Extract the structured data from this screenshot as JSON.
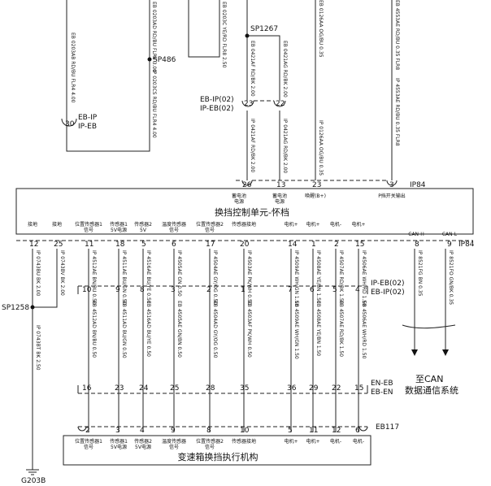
{
  "ecu": {
    "name": "换挡控制单元-怀档",
    "connector": "IP84",
    "top_pins": [
      {
        "pin": "26",
        "label1": "蓄电池",
        "label2": "电源"
      },
      {
        "pin": "13",
        "label1": "蓄电池",
        "label2": "电源"
      },
      {
        "pin": "23",
        "label1": "唤醒(B+)",
        "label2": ""
      },
      {
        "pin": "3",
        "label1": "P挡开关输出",
        "label2": ""
      }
    ],
    "bottom_pins": [
      {
        "pin": "12",
        "label1": "接地",
        "label2": ""
      },
      {
        "pin": "25",
        "label1": "接地",
        "label2": ""
      },
      {
        "pin": "11",
        "label1": "位置传感器1",
        "label2": "信号"
      },
      {
        "pin": "18",
        "label1": "传感器1",
        "label2": "5V电源"
      },
      {
        "pin": "5",
        "label1": "传感器2",
        "label2": "5V"
      },
      {
        "pin": "6",
        "label1": "温度传感器",
        "label2": "信号"
      },
      {
        "pin": "17",
        "label1": "位置传感器2",
        "label2": "信号"
      },
      {
        "pin": "20",
        "label1": "传感器接地",
        "label2": ""
      },
      {
        "pin": "14",
        "label1": "电机+",
        "label2": ""
      },
      {
        "pin": "1",
        "label1": "电机+",
        "label2": ""
      },
      {
        "pin": "2",
        "label1": "电机-",
        "label2": ""
      },
      {
        "pin": "15",
        "label1": "电机+",
        "label2": ""
      },
      {
        "pin": "8",
        "label1": "CAN-H",
        "label2": ""
      },
      {
        "pin": "9",
        "label1": "CAN-L",
        "label2": ""
      }
    ]
  },
  "actuator": {
    "name": "变速箱换挡执行机构",
    "connector": "EB117",
    "pins": [
      {
        "pin": "2",
        "label1": "位置传感器1",
        "label2": "信号"
      },
      {
        "pin": "3",
        "label1": "传感器1",
        "label2": "5V电源"
      },
      {
        "pin": "4",
        "label1": "传感器2",
        "label2": "5V电源"
      },
      {
        "pin": "9",
        "label1": "温度传感器",
        "label2": "信号"
      },
      {
        "pin": "8",
        "label1": "位置传感器2",
        "label2": "信号"
      },
      {
        "pin": "10",
        "label1": "传感器接地",
        "label2": ""
      },
      {
        "pin": "5",
        "label1": "电机+",
        "label2": ""
      },
      {
        "pin": "11",
        "label1": "电机+",
        "label2": ""
      },
      {
        "pin": "12",
        "label1": "电机-",
        "label2": ""
      },
      {
        "pin": "6",
        "label1": "电机-",
        "label2": ""
      }
    ]
  },
  "inline1": {
    "label_a": "IP-EB(02)",
    "label_b": "EB-IP(02)",
    "pins": [
      "10",
      "9",
      "8",
      "3",
      "2",
      "1",
      "7",
      "6",
      "5",
      "4"
    ]
  },
  "inline2": {
    "label_a": "EN-EB",
    "label_b": "EB-EN",
    "pins": [
      "16",
      "23",
      "24",
      "25",
      "28",
      "35",
      "36",
      "29",
      "22",
      "15"
    ]
  },
  "top_connectors": {
    "c30": {
      "pin": "30",
      "label_a": "EB-IP",
      "label_b": "IP-EB"
    },
    "c23_22": {
      "label_a": "EB-IP(02)",
      "label_b": "IP-EB(02)",
      "pin_a": "23",
      "pin_b": "22"
    }
  },
  "splices": {
    "sp1267": "SP1267",
    "sp486": "SP486",
    "sp1258": "SP1258"
  },
  "ground": "G203B",
  "can_note": {
    "line1": "至CAN",
    "line2": "数据通信系统"
  },
  "wires": {
    "top_left_1": "EB 0203AB RD/BU FLR4 4.00",
    "top_left_2": "IP 0203CS RD/BU FLR4 4.00",
    "top_left_3": "EB 0203AD RD/BU FLR8 3.00",
    "top_mid_1": "EB 0203C YE/RD FLR8 2.50",
    "top_mid_2": "EB 0421AF RD/BK 2.00",
    "top_mid_3": "EB 0421AG RD/BK 2.00",
    "top_mid_4": "IP 0421AF RD/BK 2.00",
    "top_mid_5": "IP 0421AG RD/BK 2.00",
    "top_r1": "IP 0126AA OG/BU 0.35",
    "top_r1_up": "EB 0126AA OG/BU 0.35",
    "top_r2": "IP 4553AE RD/BU 0.35 FLR8",
    "top_r2_up": "EB 4553AE RD/BU 0.35 FLR8",
    "g12": "IP 0743BU BK 2.00",
    "g25": "IP 0743BV BK 2.00",
    "g_down": "IP 0743BT BK 2.50",
    "m1_11": "IP 4512AE BN/BU 0.50",
    "m1_18": "IP 4511AE BU/GN 0.50",
    "m1_5": "IP 4516AE BU/YE 0.50",
    "m1_6": "IP 4505AE GN 0.50",
    "m1_17": "IP 4504AE GY/OG 0.50",
    "m1_20": "IP 4503AE PK/WH 0.50",
    "m1_14": "IP 4509AE WH/GN 1.50",
    "m1_1": "IP 4508AE YE/BN 1.50",
    "m1_2": "IP 4507AE RD/BK 1.50",
    "m1_15": "IP 4506AE WH/RD 1.50",
    "can_h": "IP 8521FG BN 0.35",
    "can_l": "IP 8521FO GN/BK 0.35",
    "m2_10": "EB 4512AD BN/BU 0.50",
    "m2_9": "EB 4511AD BU/GN 0.50",
    "m2_8": "EB 4516AD BU/YE 0.50",
    "m2_3": "EB 4505AE GN/BN 0.50",
    "m2_2": "EB 4504AD GY/OG 0.50",
    "m2_1": "EB 4503AF PK/WH 0.50",
    "m2_7": "EB 4509AE WH/GN 1.50",
    "m2_6": "EB 4508AE YE/BN 1.50",
    "m2_5": "EB 4507AE RD/BK 1.50",
    "m2_4": "EB 4506AE WH/RD 1.50"
  }
}
